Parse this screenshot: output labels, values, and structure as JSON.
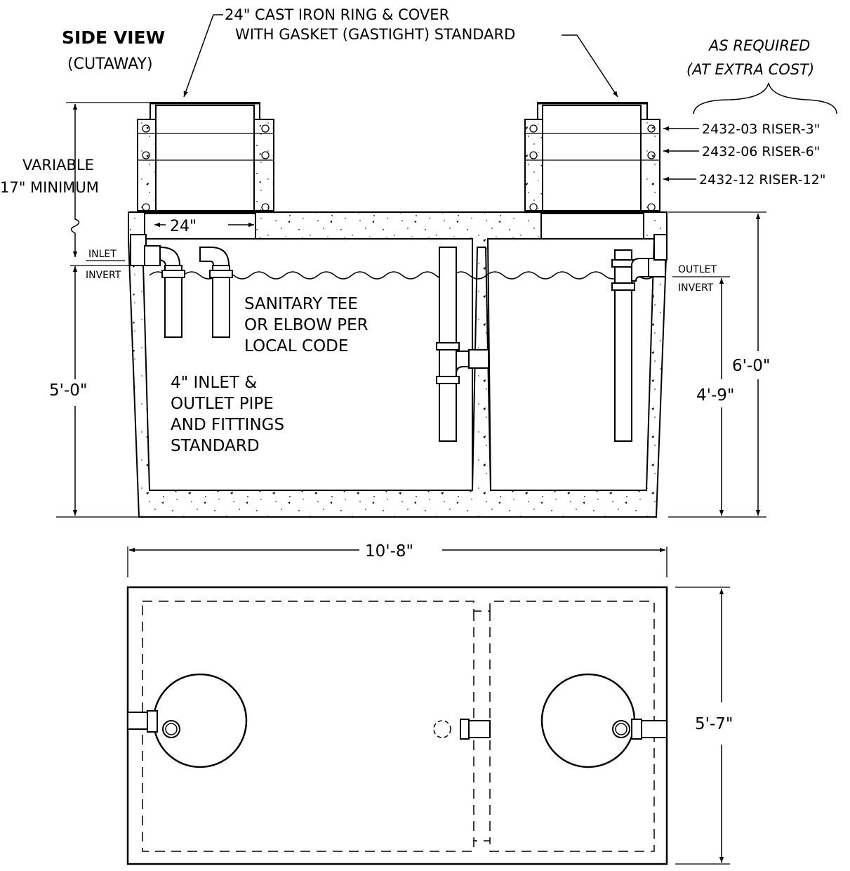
{
  "title": "SIDE VIEW",
  "subtitle": "(CUTAWAY)",
  "callouts": {
    "cover_line1": "24\" CAST IRON RING & COVER",
    "cover_line2": "WITH GASKET (GASTIGHT) STANDARD",
    "as_required_line1": "AS REQUIRED",
    "as_required_line2": "(AT EXTRA COST)",
    "riser_3": "2432-03 RISER-3\"",
    "riser_6": "2432-06 RISER-6\"",
    "riser_12": "2432-12 RISER-12\"",
    "variable_line1": "VARIABLE",
    "variable_line2": "17\" MINIMUM",
    "inlet_invert_line1": "INLET",
    "inlet_invert_line2": "INVERT",
    "outlet_invert_line1": "OUTLET",
    "outlet_invert_line2": "INVERT",
    "tee_line1": "SANITARY TEE",
    "tee_line2": "OR ELBOW PER",
    "tee_line3": "LOCAL CODE",
    "pipe_line1": "4\" INLET &",
    "pipe_line2": "OUTLET PIPE",
    "pipe_line3": "AND FITTINGS",
    "pipe_line4": "STANDARD"
  },
  "dimensions": {
    "opening": "24\"",
    "inlet_height": "5'-0\"",
    "tank_height": "6'-0\"",
    "outlet_height": "4'-9\"",
    "tank_length": "10'-8\"",
    "tank_width": "5'-7\""
  }
}
